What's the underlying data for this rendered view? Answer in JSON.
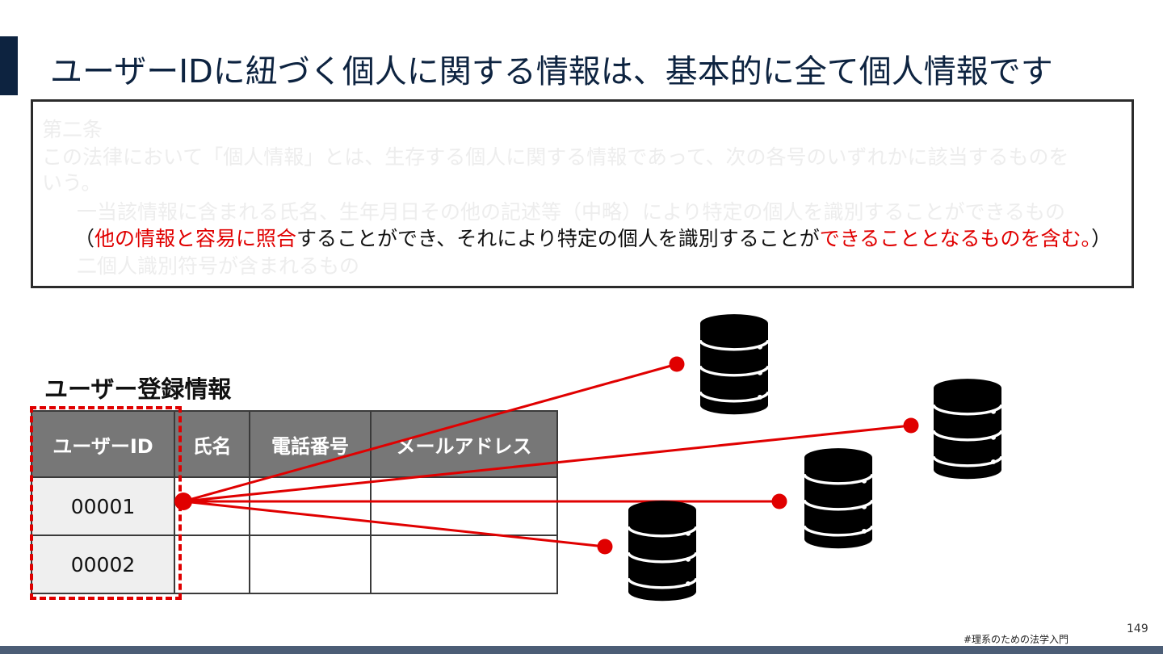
{
  "slide": {
    "title": "ユーザーIDに紐づく個人に関する情報は、基本的に全て個人情報です",
    "page_number": "149",
    "footer_tag": "#理系のための法学入門",
    "colors": {
      "navy": "#0d2340",
      "highlight_red": "#e00000",
      "header_gray": "#777777",
      "bottom_bar": "#4c5d76"
    }
  },
  "law": {
    "article": "第二条",
    "line1": "この法律において「個人情報」とは、生存する個人に関する情報であって、次の各号のいずれかに該当するものを",
    "line2": "いう。",
    "item1": "一当該情報に含まれる氏名、生年月日その他の記述等（中略）により特定の個人を識別することができるもの",
    "emphasis": {
      "open_paren": "（",
      "red1": "他の情報と容易に照合",
      "middle": "することができ、それにより特定の個人を識別することが",
      "red2": "できることとなるものを含む。",
      "close_paren": "）"
    },
    "item2": "二個人識別符号が含まれるもの"
  },
  "registration": {
    "title": "ユーザー登録情報",
    "columns": [
      "ユーザーID",
      "氏名",
      "電話番号",
      "メールアドレス"
    ],
    "rows": [
      {
        "id": "00001"
      },
      {
        "id": "00002"
      }
    ]
  },
  "icons": {
    "database": "database-icon"
  }
}
